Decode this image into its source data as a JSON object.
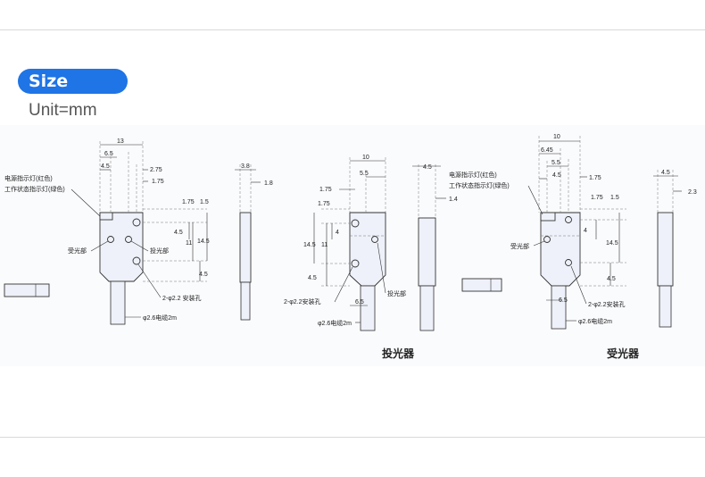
{
  "header": {
    "badge": "Size",
    "unit": "Unit=mm"
  },
  "left": {
    "dims": {
      "d13": "13",
      "d65": "6.5",
      "d45": "4.5",
      "d275": "2.75",
      "d175": "1.75",
      "d175b": "1.75",
      "d15": "1.5",
      "d45b": "4.5",
      "d11": "11",
      "d145": "14.5",
      "d45c": "4.5"
    },
    "notes": {
      "led1": "电源指示灯(红色)",
      "led2": "工作状态指示灯(绿色)",
      "recv": "受光部",
      "emit": "投光部",
      "holes": "2-φ2.2 安装孔",
      "cable": "φ2.6电缆2m"
    },
    "side": {
      "d38": "3.8",
      "d18": "1.8"
    }
  },
  "middle": {
    "dims": {
      "d10": "10",
      "d55": "5.5",
      "d175a": "1.75",
      "d175b": "1.75",
      "d4": "4",
      "d145": "14.5",
      "d11": "11",
      "d45": "4.5",
      "d65": "6.5"
    },
    "notes": {
      "holes": "2-φ2.2安装孔",
      "emit": "投光部",
      "cable": "φ2.6电缆2m"
    },
    "side": {
      "d45": "4.5",
      "d14": "1.4"
    },
    "caption": "投光器"
  },
  "right": {
    "dims": {
      "d10": "10",
      "d645": "6.45",
      "d55": "5.5",
      "d45": "4.5",
      "d175": "1.75",
      "d175b": "1.75",
      "d15": "1.5",
      "d4": "4",
      "d145": "14.5",
      "d45b": "4.5",
      "d65": "6.5"
    },
    "notes": {
      "led1": "电源指示灯(红色)",
      "led2": "工作状态指示灯(绿色)",
      "recv": "受光部",
      "holes": "2-φ2.2安装孔",
      "cable": "φ2.6电缆2m"
    },
    "side": {
      "d45": "4.5",
      "d23": "2.3"
    },
    "caption": "受光器"
  }
}
